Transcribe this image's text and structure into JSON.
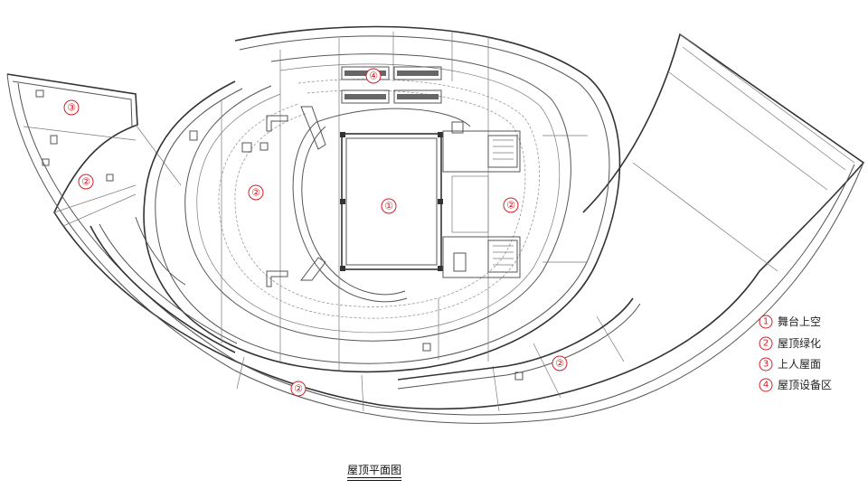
{
  "drawing": {
    "title": "屋顶平面图",
    "area_markers": [
      {
        "id": "m1",
        "num": "①"
      },
      {
        "id": "m2a",
        "num": "②"
      },
      {
        "id": "m2b",
        "num": "②"
      },
      {
        "id": "m2c",
        "num": "②"
      },
      {
        "id": "m2d",
        "num": "②"
      },
      {
        "id": "m2e",
        "num": "②"
      },
      {
        "id": "m3",
        "num": "③"
      },
      {
        "id": "m4",
        "num": "④"
      }
    ],
    "legend": [
      {
        "num": "1",
        "label": "舞台上空"
      },
      {
        "num": "2",
        "label": "屋顶绿化"
      },
      {
        "num": "3",
        "label": "上人屋面"
      },
      {
        "num": "4",
        "label": "屋顶设备区"
      }
    ],
    "colors": {
      "marker": "#d0202a",
      "line": "#555555"
    }
  }
}
